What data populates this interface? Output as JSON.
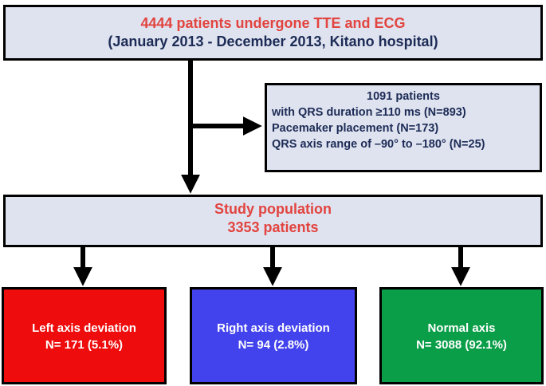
{
  "diagram": {
    "top": {
      "line1": "4444 patients undergone TTE and ECG",
      "line2": "(January 2013 - December 2013, Kitano hospital)"
    },
    "exclusion": {
      "title": "1091 patients",
      "items": [
        "with QRS duration ≥110 ms (N=893)",
        "Pacemaker placement (N=173)",
        "QRS axis range of –90°  to –180°  (N=25)"
      ]
    },
    "study": {
      "line1": "Study population",
      "line2": "3353 patients"
    },
    "groups": [
      {
        "label": "Left axis deviation",
        "count": "N= 171 (5.1%)",
        "color": "#ee0c0c"
      },
      {
        "label": "Right axis deviation",
        "count": "N= 94 (2.8%)",
        "color": "#4343ee"
      },
      {
        "label": "Normal axis",
        "count": "N= 3088 (92.1%)",
        "color": "#0b9e48"
      }
    ],
    "colors": {
      "box_fill": "#dfe3ef",
      "title_red": "#e2443f",
      "text_navy": "#1c2b56"
    }
  }
}
